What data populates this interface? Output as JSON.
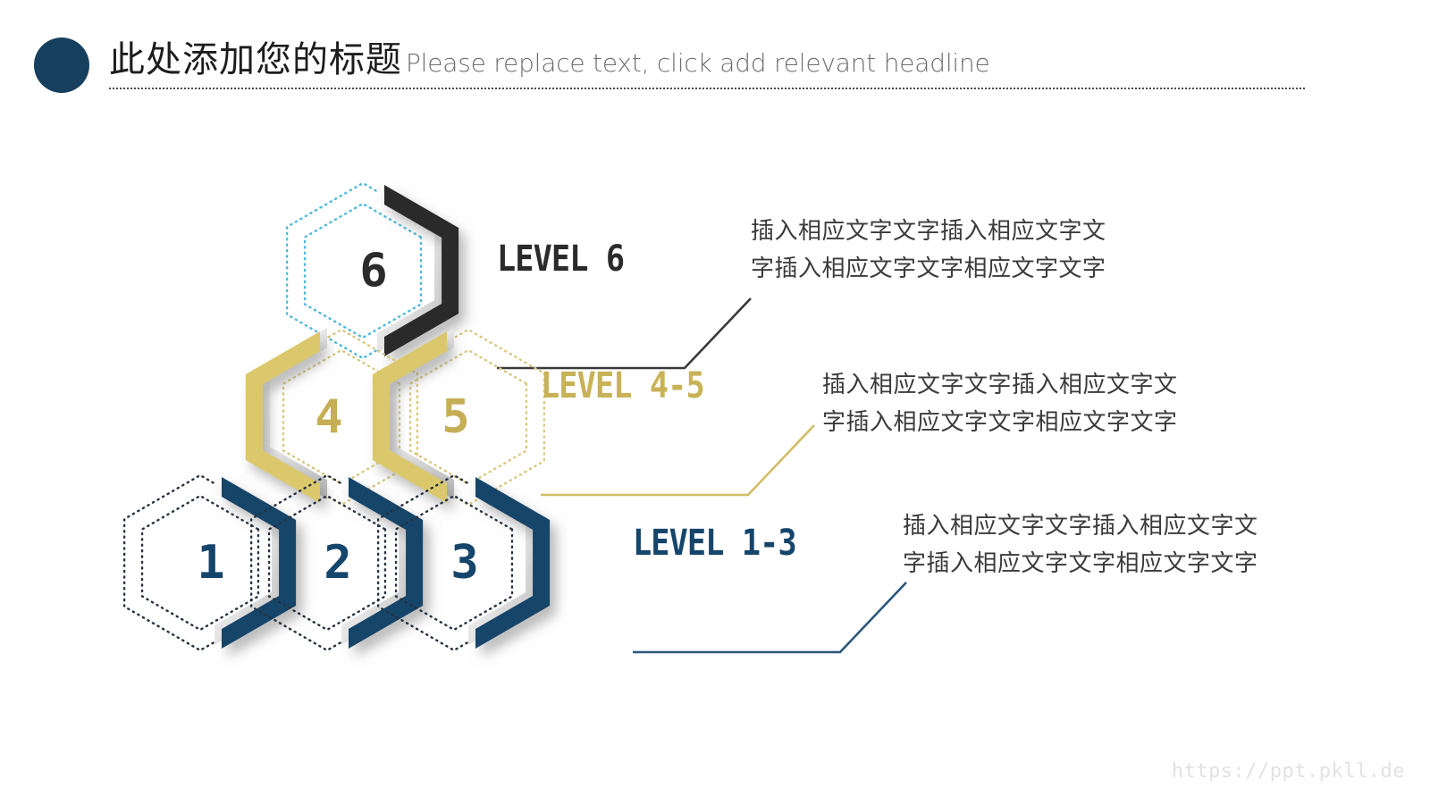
{
  "header": {
    "bullet_icon": "filled-circle-icon",
    "title_cn": "此处添加您的标题",
    "title_en": "Please replace text, click add relevant headline"
  },
  "colors": {
    "navy": "#16456b",
    "navy_dark": "#103css",
    "dark": "#2b2b2b",
    "gold": "#dcc86c",
    "gold_dark": "#b79e3f",
    "cyan_dotted": "#4cb9da",
    "navy_dotted": "#25313f",
    "gold_dotted": "#d9c77c",
    "header_bullet": "#17405f",
    "text_body": "#3b3b3b",
    "watermark": "#e2e2e4"
  },
  "rows": [
    {
      "id": "level-6",
      "label": "LEVEL 6",
      "label_color": "#2b2b2b",
      "connector_color": "#3a3a3a",
      "body_line1": "插入相应文字文字插入相应文字文",
      "body_line2": "字插入相应文字文字相应文字文字",
      "hexagons": [
        {
          "number": "6",
          "fill": "#2b2b2b",
          "num_color": "#2b2b2b",
          "dotted": "#4cb9da",
          "mirrored": false
        }
      ]
    },
    {
      "id": "level-4-5",
      "label": "LEVEL 4-5",
      "label_color": "#c8b257",
      "connector_color": "#d2bd66",
      "body_line1": "插入相应文字文字插入相应文字文",
      "body_line2": "字插入相应文字文字相应文字文字",
      "hexagons": [
        {
          "number": "4",
          "fill": "#dcc86c",
          "num_color": "#c5ae55",
          "dotted": "#d9c77c",
          "mirrored": true
        },
        {
          "number": "5",
          "fill": "#dcc86c",
          "num_color": "#c5ae55",
          "dotted": "#d9c77c",
          "mirrored": true
        }
      ]
    },
    {
      "id": "level-1-3",
      "label": "LEVEL 1-3",
      "label_color": "#16456b",
      "connector_color": "#2a577c",
      "body_line1": "插入相应文字文字插入相应文字文",
      "body_line2": "字插入相应文字文字相应文字文字",
      "hexagons": [
        {
          "number": "1",
          "fill": "#16456b",
          "num_color": "#16456b",
          "dotted": "#25313f",
          "mirrored": false
        },
        {
          "number": "2",
          "fill": "#16456b",
          "num_color": "#16456b",
          "dotted": "#25313f",
          "mirrored": false
        },
        {
          "number": "3",
          "fill": "#16456b",
          "num_color": "#16456b",
          "dotted": "#25313f",
          "mirrored": false
        }
      ]
    }
  ],
  "footer": {
    "url": "https://ppt.pkll.de"
  }
}
